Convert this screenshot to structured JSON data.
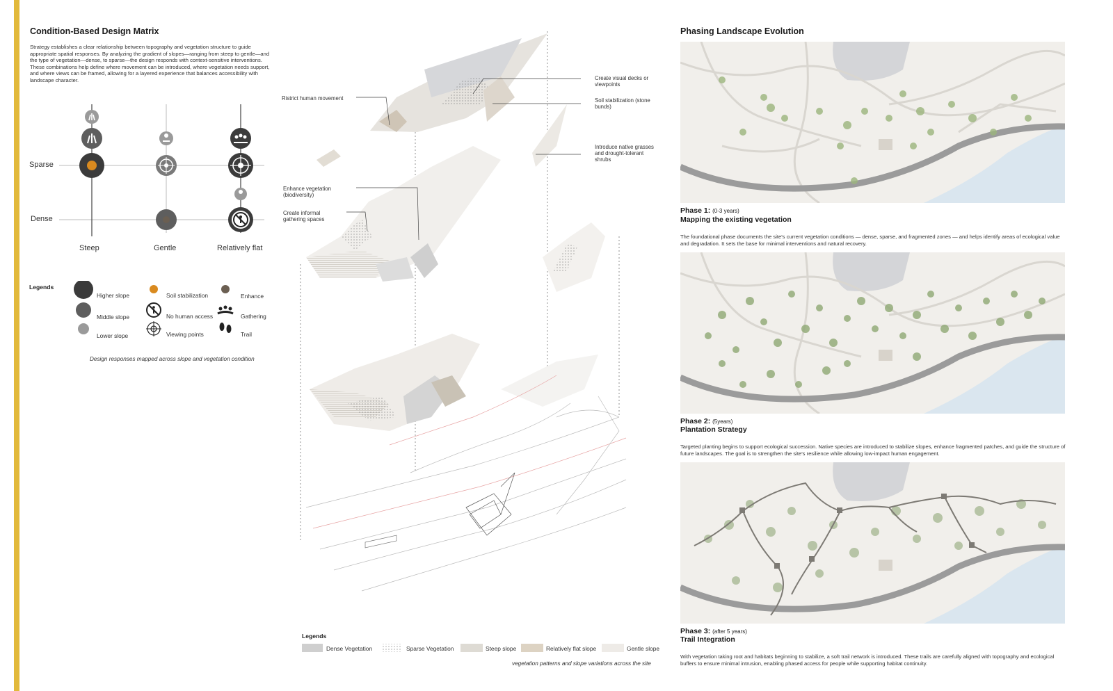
{
  "left": {
    "title": "Condition-Based Design Matrix",
    "intro": "Strategy establishes a clear relationship between topography and vegetation structure to guide appropriate spatial responses. By analyzing the gradient of slopes—ranging from steep to gentle—and the type of vegetation—dense, to sparse—the design responds with context-sensitive interventions. These combinations help define where movement can be introduced, where vegetation needs support, and where views can be framed, allowing for a layered experience that balances accessibility with landscape character.",
    "rows": [
      "Sparse",
      "Dense"
    ],
    "columns": [
      "Steep",
      "Gentle",
      "Relatively flat"
    ],
    "legend_title": "Legends",
    "legend": [
      {
        "icon": "higher-slope-circle",
        "label": "Higher slope"
      },
      {
        "icon": "soil-stabilization-dot",
        "label": "Soil stabilization"
      },
      {
        "icon": "enhance-dot",
        "label": "Enhance"
      },
      {
        "icon": "middle-slope-circle",
        "label": "Middle slope"
      },
      {
        "icon": "no-human-access-icon",
        "label": "No human access"
      },
      {
        "icon": "gathering-icon",
        "label": "Gathering"
      },
      {
        "icon": "lower-slope-circle",
        "label": "Lower slope"
      },
      {
        "icon": "viewing-points-icon",
        "label": "Viewing points"
      },
      {
        "icon": "trail-icon",
        "label": "Trail"
      }
    ],
    "caption": "Design responses mapped across slope and vegetation condition",
    "colors": {
      "higher": "#3b3b3b",
      "middle": "#5e5e5e",
      "lower": "#9a9a9a",
      "soil": "#d98a1f",
      "enhance": "#6b5f52",
      "accent": "#e2b93b"
    }
  },
  "center": {
    "annotations": {
      "restrict": "Ristrict human movement",
      "decks": "Create visual decks or viewpoints",
      "soil": "Soil stabilization (stone bunds)",
      "grasses": "Introduce native grasses and drought-tolerant shrubs",
      "enhance": "Enhance vegetation (biodiversity)",
      "gathering": "Create informal gathering spaces"
    },
    "legend_title": "Legends",
    "legend": [
      {
        "swatch": "dense-vegetation-swatch",
        "label": "Dense Vegetation"
      },
      {
        "swatch": "sparse-vegetation-swatch",
        "label": "Sparse Vegetation"
      },
      {
        "swatch": "steep-slope-swatch",
        "label": "Steep slope"
      },
      {
        "swatch": "relatively-flat-slope-swatch",
        "label": "Relatively flat slope"
      },
      {
        "swatch": "gentle-slope-swatch",
        "label": "Gentle slope"
      }
    ],
    "caption": "vegetation patterns and slope variations across the site"
  },
  "right": {
    "title": "Phasing Landscape Evolution",
    "phases": [
      {
        "label": "Phase 1:",
        "range": "(0-3 years)",
        "subtitle": "Mapping the existing vegetation",
        "text": "The foundational phase documents the site's current vegetation conditions — dense, sparse, and fragmented zones — and helps identify areas of ecological value and degradation. It sets the base for minimal interventions and natural recovery."
      },
      {
        "label": "Phase 2:",
        "range": "(5years)",
        "subtitle": "Plantation Strategy",
        "text": "Targeted planting begins to support ecological succession. Native species are introduced to stabilize slopes, enhance fragmented patches, and guide the structure of future landscapes. The goal is to strengthen the site's resilience while allowing low-impact human engagement."
      },
      {
        "label": "Phase 3:",
        "range": "(after 5 years)",
        "subtitle": "Trail Integration",
        "text": "With vegetation taking root and habitats beginning to stabilize, a soft trail network is introduced. These trails are carefully aligned with topography and ecological buffers to ensure minimal intrusion, enabling phased access for people while supporting habitat continuity."
      }
    ]
  }
}
